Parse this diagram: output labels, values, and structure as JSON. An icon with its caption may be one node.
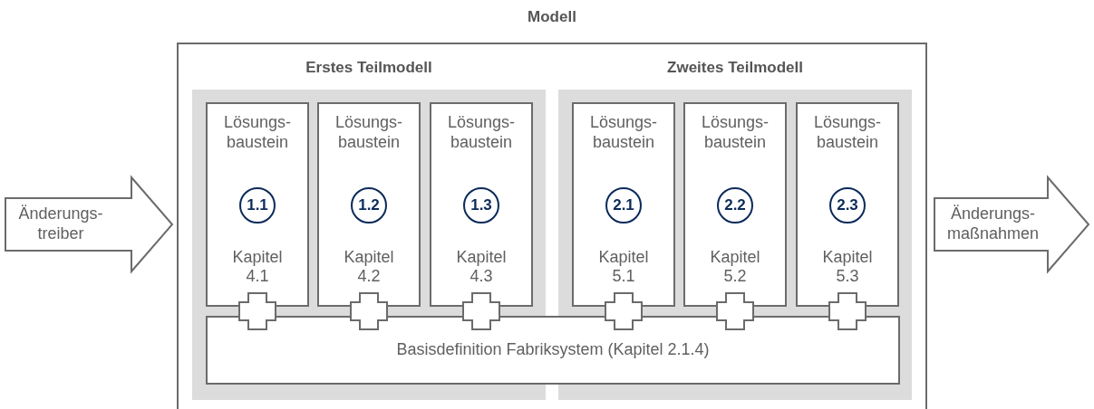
{
  "diagram": {
    "nodes": [
      {
        "text": [
          "Modell"
        ]
      },
      {
        "text": [
          "Erstes Teilmodell"
        ],
        "in": 0
      },
      {
        "text": [
          "Zweites Teilmodell"
        ],
        "in": 0
      },
      {
        "text": [
          "Lösungs- baustein",
          "Kapitel 4.1"
        ],
        "in": 1
      },
      {
        "text": [
          "1.1"
        ],
        "in": 3
      },
      {
        "text": [
          "Lösungs- baustein",
          "Kapitel 4.2"
        ],
        "in": 1
      },
      {
        "text": [
          "1.2"
        ],
        "in": 5
      },
      {
        "text": [
          "Lösungs- baustein",
          "Kapitel 4.3"
        ],
        "in": 1
      },
      {
        "text": [
          "1.3"
        ],
        "in": 7
      },
      {
        "text": [
          "Lösungs- baustein",
          "Kapitel 5.1"
        ],
        "in": 2
      },
      {
        "text": [
          "2.1"
        ],
        "in": 9
      },
      {
        "text": [
          "Lösungs- baustein",
          "Kapitel 5.2"
        ],
        "in": 2
      },
      {
        "text": [
          "2.2"
        ],
        "in": 11
      },
      {
        "text": [
          "Lösungs- baustein",
          "Kapitel 5.3"
        ],
        "in": 2
      },
      {
        "text": [
          "2.3"
        ],
        "in": 13
      },
      {
        "text": [
          "Basisdefinition Fabriksystem (Kapitel 2.1.4)"
        ],
        "in": 0
      },
      {
        "text": [
          "Änderungs- treiber"
        ]
      },
      {
        "text": [
          "Änderungs- maßnahmen"
        ]
      }
    ]
  }
}
